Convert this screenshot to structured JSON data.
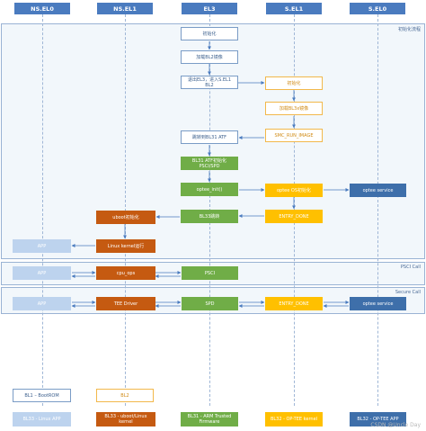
{
  "lanes": [
    "NS.EL0",
    "NS.EL1",
    "EL3",
    "S.EL1",
    "S.EL0"
  ],
  "regions": {
    "init": "初始化流程",
    "psci": "PSCI Call",
    "secure": "Secure Call"
  },
  "boxes": {
    "init": "初始化",
    "load_bl2": "加载BL2镜像",
    "exit_el3": "退出EL3，进入S.EL1 BL2",
    "s_init": "初始化",
    "load_bl3x": "加载BL3x镜像",
    "smc_run_image": "SMC_RUN_IMAGE",
    "jump_bl31": "跳转到BL31 ATF",
    "bl31_init": "BL31 ATF初始化 PSCI/SPD",
    "optee_init_el3": "optee_init()",
    "optee_os_init": "optee OS初始化",
    "optee_service_1": "optee service",
    "entry_done_1": "ENTRY_DONE",
    "bl33_jump": "BL33跳转",
    "uboot_init": "uboot初始化",
    "linux_run": "Linux kernel运行",
    "app_1": "APP",
    "app_psci": "APP",
    "cpu_ops": "cpu_ops",
    "psci": "PSCI",
    "app_secure": "APP",
    "tee_driver": "TEE Driver",
    "spd": "SPD",
    "entry_done_2": "ENTRY_DONE",
    "optee_service_2": "optee service"
  },
  "legend": {
    "bl1": "BL1 – BootROM",
    "bl2": "BL2",
    "bl33_app": "BL33 - Linux APP",
    "bl33_uboot": "BL33 - uboot/Linux kernel",
    "bl31": "BL31 - ARM Trusted Firmware",
    "bl32": "BL32 - OP-TEE kernel",
    "bl32_app": "BL32 - OP-TEE APP"
  },
  "colors": {
    "lane_header": "#4a7bbf",
    "bl1_border": "#7a9cc6",
    "bl2_border": "#f2b84b",
    "linux_app": "#bdd3ee",
    "uboot_kernel": "#c55a11",
    "arm_tf": "#70ad47",
    "optee_kernel": "#ffc000",
    "optee_app": "#3e6faa"
  },
  "watermark": "CSDN @Uncle Day"
}
